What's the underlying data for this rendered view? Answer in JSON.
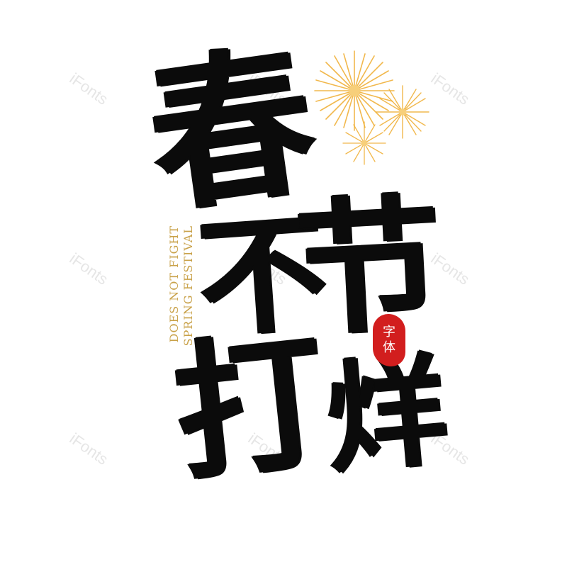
{
  "watermark": "iFonts",
  "calligraphy": {
    "char1": "春",
    "char2": "不",
    "char3": "打",
    "char4": "节",
    "char5": "烊"
  },
  "english_text": {
    "line1": "SPRING FESTIVAL",
    "line2": "DOES NOT FIGHT"
  },
  "seal": {
    "line1": "字",
    "line2": "体"
  },
  "colors": {
    "ink": "#0b0b0b",
    "gold": "#c9a24a",
    "seal_red": "#d21e1e",
    "firework_gold": "#f0b13a"
  }
}
